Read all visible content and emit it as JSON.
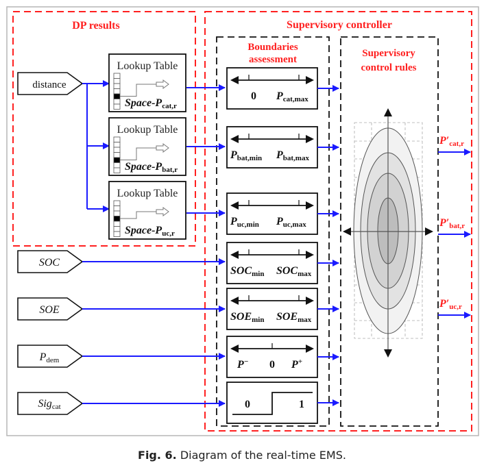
{
  "figure": {
    "dp_results_title": "DP results",
    "supervisory_controller_title": "Supervisory controller",
    "boundaries_title_line1": "Boundaries",
    "boundaries_title_line2": "assessment",
    "rules_title_line1": "Supervisory",
    "rules_title_line2": "control rules",
    "inputs": {
      "distance": "distance",
      "soc": "SOC",
      "soe": "SOE",
      "pdem_main": "P",
      "pdem_sub": "dem",
      "sig_main": "Sig",
      "sig_sub": "cat"
    },
    "lookup_tables": [
      {
        "title": "Lookup Table",
        "label_main": "Space-P",
        "label_sub": "cat,r"
      },
      {
        "title": "Lookup Table",
        "label_main": "Space-P",
        "label_sub": "bat,r"
      },
      {
        "title": "Lookup Table",
        "label_main": "Space-P",
        "label_sub": "uc,r"
      }
    ],
    "boundary_boxes": [
      {
        "left_main": "0",
        "left_sub": "",
        "right_main": "P",
        "right_sub": "cat,max"
      },
      {
        "left_main": "P",
        "left_sub": "bat,min",
        "right_main": "P",
        "right_sub": "bat,max"
      },
      {
        "left_main": "P",
        "left_sub": "uc,min",
        "right_main": "P",
        "right_sub": "uc,max"
      },
      {
        "left_main": "SOC",
        "left_sub": "min",
        "right_main": "SOC",
        "right_sub": "max"
      },
      {
        "left_main": "SOE",
        "left_sub": "min",
        "right_main": "SOE",
        "right_sub": "max"
      },
      {
        "left_main": "P",
        "left_sup": "−",
        "mid": "0",
        "right_main": "P",
        "right_sup": "+"
      },
      {
        "step_low": "0",
        "step_high": "1"
      }
    ],
    "outputs": [
      {
        "main": "P′",
        "sub": "cat,r"
      },
      {
        "main": "P′",
        "sub": "bat,r"
      },
      {
        "main": "P′",
        "sub": "uc,r"
      }
    ],
    "colors": {
      "red": "#ff1f1f",
      "blue": "#1a1aff",
      "black": "#111111",
      "gray_frame": "#b5b5b5"
    }
  },
  "caption": {
    "label": "Fig. 6.",
    "text": "Diagram of the real-time EMS."
  }
}
